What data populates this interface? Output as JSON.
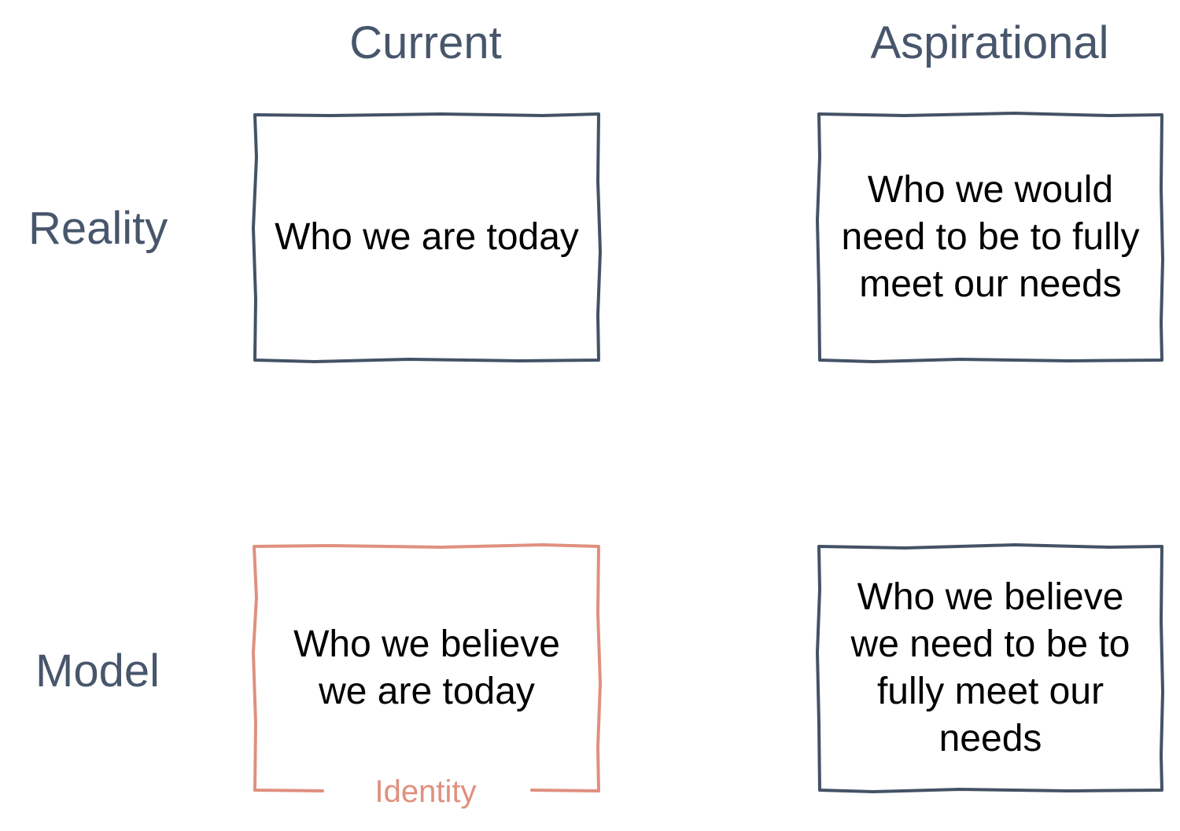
{
  "colors": {
    "heading": "#48566c",
    "box_border": "#445266",
    "identity": "#e0907f",
    "box_text": "#000000"
  },
  "columns": {
    "current": "Current",
    "aspirational": "Aspirational"
  },
  "rows": {
    "reality": "Reality",
    "model": "Model"
  },
  "boxes": {
    "reality_current": "Who we are today",
    "reality_aspirational": "Who we would\nneed to be to fully\nmeet our needs",
    "model_current": "Who we believe\nwe are today",
    "model_aspirational": "Who we believe\nwe need to be to\nfully meet our\nneeds"
  },
  "identity_label": "Identity"
}
